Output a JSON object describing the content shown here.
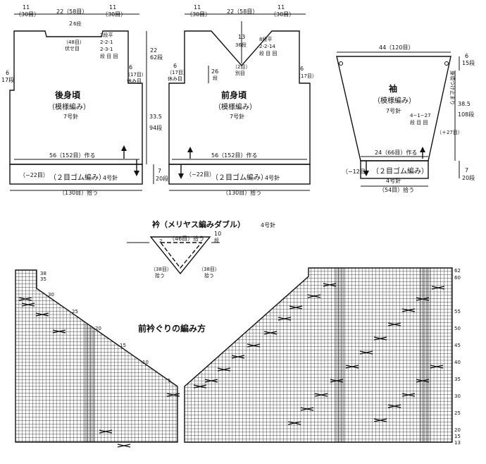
{
  "back": {
    "title": "後身頃",
    "pattern": "（模様編み）",
    "needle": "7号針",
    "top_left": "11",
    "top_left_sts": "（30目）",
    "top_mid": "22（58目）",
    "top_right": "11",
    "top_right_sts": "（30目）",
    "neck_depth_a": "2",
    "neck_depth_b": "6段",
    "neck_sts": "（48目）",
    "neck_bind": "伏せ目",
    "neck_dec_1": "2段平",
    "neck_dec_2": "2-2-1",
    "neck_dec_3": "2-3-1",
    "neck_dec_4": "段 目 回",
    "armhole": "22",
    "armhole_rows": "62段",
    "side_top": "6",
    "side_top_rows": "17段",
    "side_rest": "6",
    "side_rest_label": "（17目）",
    "side_rest_bind": "休み目",
    "body_length": "33.5",
    "body_rows": "94段",
    "hem_width": "56（152目）作る",
    "ribbing_dec": "（−22目）",
    "ribbing": "（２目ゴム編み）",
    "ribbing_needle": "4号針",
    "ribbing_height_a": "7",
    "ribbing_height_b": "20段",
    "bottom_count": "（130目）拾う"
  },
  "front": {
    "title": "前身頃",
    "pattern": "（模様編み）",
    "needle": "7号針",
    "top_left": "11",
    "top_left_sts": "（30目）",
    "top_mid": "22（58目）",
    "top_right": "11",
    "top_right_sts": "（30目）",
    "v_depth": "13",
    "v_rows": "36段",
    "v_dec_1": "8段平",
    "v_dec_2": "2-2-14",
    "v_dec_3": "段 目 回",
    "center_sts": "（2目）",
    "center_label": "別目",
    "side_a": "26",
    "side_a_rows": "段",
    "side_left": "6",
    "side_left_sts": "（17目）",
    "side_left_bind": "休み目",
    "side_right": "6",
    "side_right_sts": "（17目）",
    "hem_width": "56（152目）作る",
    "ribbing_dec": "（−22目）",
    "ribbing": "（２目ゴム編み）",
    "ribbing_needle": "4号針",
    "bottom_count": "（130目）拾う"
  },
  "sleeve": {
    "title": "袖",
    "pattern": "（模様編み）",
    "needle": "7号針",
    "top_width": "44（120目）",
    "top_rows_a": "6",
    "top_rows_b": "15段",
    "attach_note": "身頃つけ止まり",
    "inc": "4−1−27",
    "inc_legend": "段 目 回",
    "inc_total": "（＋27目）",
    "length": "38.5",
    "length_rows": "108段",
    "cuff_width": "24（66目）作る",
    "ribbing_dec": "（−12目）",
    "ribbing": "（２目ゴム編み）",
    "ribbing_needle": "4号針",
    "ribbing_height_a": "7",
    "ribbing_height_b": "20段",
    "bottom_count": "（54目）拾う"
  },
  "collar": {
    "title": "衿（メリヤス編みダブル）",
    "needle": "4号針",
    "top_count": "（46目）拾う",
    "left_a": "2",
    "right_a": "10",
    "right_b": "段",
    "left_count": "（38目）",
    "left_pick": "拾う",
    "right_count": "（38目）",
    "right_pick": "拾う"
  },
  "chart": {
    "title": "前衿ぐりの編み方",
    "left_rows": [
      "38",
      "35",
      "30",
      "25",
      "20",
      "15",
      "10",
      "5"
    ],
    "right_rows": [
      "62",
      "60",
      "55",
      "50",
      "45",
      "40",
      "35",
      "30",
      "25",
      "20",
      "15",
      "13"
    ]
  }
}
